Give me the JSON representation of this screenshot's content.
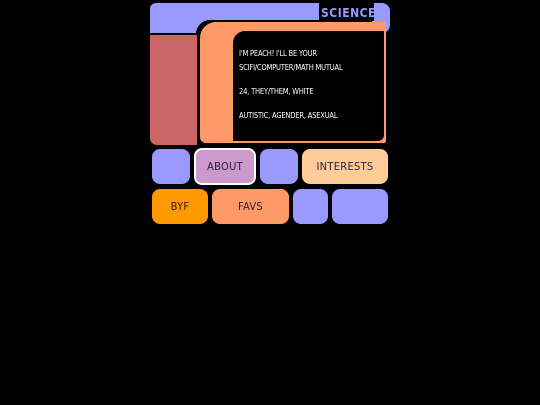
{
  "header": {
    "section_label": "SCIENCE"
  },
  "info": {
    "lines": [
      "I'M PEACH! I'LL BE YOUR SCIFI/COMPUTER/MATH MUTUAL",
      "24, THEY/THEM, WHITE",
      "AUTISTIC, AGENDER, ASEXUAL"
    ]
  },
  "nav": {
    "about_label": "ABOUT",
    "interests_label": "INTERESTS",
    "byf_label": "BYF",
    "favs_label": "FAVS",
    "selected": "ABOUT"
  },
  "colors": {
    "lavender": "#9999ff",
    "red": "#cc6666",
    "peach": "#ff9966",
    "orange": "#ff9900",
    "tan": "#ffcc99",
    "lilac": "#cc99cc",
    "background": "#000000",
    "text": "#ffffff"
  }
}
